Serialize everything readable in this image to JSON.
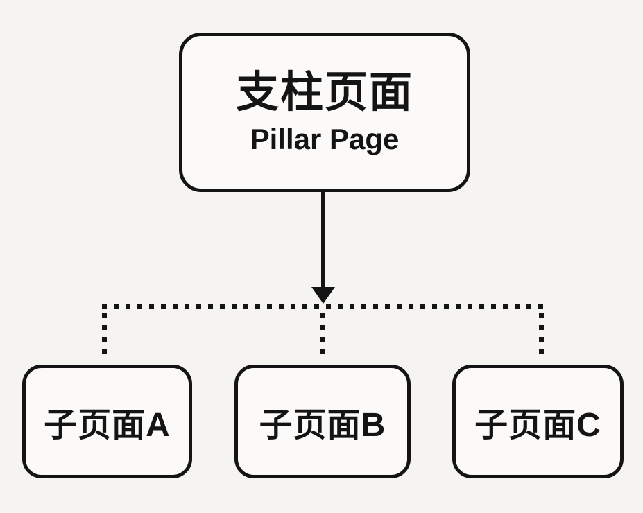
{
  "diagram": {
    "type": "hierarchy",
    "pillar": {
      "title_zh": "支柱页面",
      "title_en": "Pillar Page"
    },
    "children": [
      {
        "id": "A",
        "label": "子页面A"
      },
      {
        "id": "B",
        "label": "子页面B"
      },
      {
        "id": "C",
        "label": "子页面C"
      }
    ],
    "edges": [
      {
        "from": "pillar",
        "to": "branch-line",
        "style": "solid-arrow"
      },
      {
        "from": "branch-line",
        "to": "子页面A",
        "style": "dotted"
      },
      {
        "from": "branch-line",
        "to": "子页面B",
        "style": "dotted"
      },
      {
        "from": "branch-line",
        "to": "子页面C",
        "style": "dotted"
      }
    ],
    "colors": {
      "background": "#f5f4f1",
      "node_fill": "#fbfaf8",
      "line": "#141414",
      "text": "#141414"
    }
  }
}
